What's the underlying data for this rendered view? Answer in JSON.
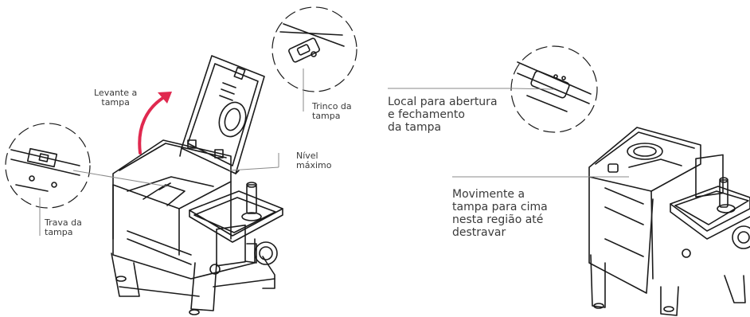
{
  "labels": {
    "lift_lid": "Levante a\ntampa",
    "lid_latch": "Trinco da\ntampa",
    "max_level": "Nível\nmáximo",
    "lid_lock": "Trava da\ntampa",
    "open_close_spot": "Local para abertura\ne fechamento\nda tampa",
    "move_lid_up": "Movimente a\ntampa para cima\nnesta região até\ndestravar"
  },
  "colors": {
    "ink": "#1b1b1b",
    "label_text": "#3a3a3a",
    "leader_line": "#8a8a8a",
    "arrow": "#e0294f"
  }
}
